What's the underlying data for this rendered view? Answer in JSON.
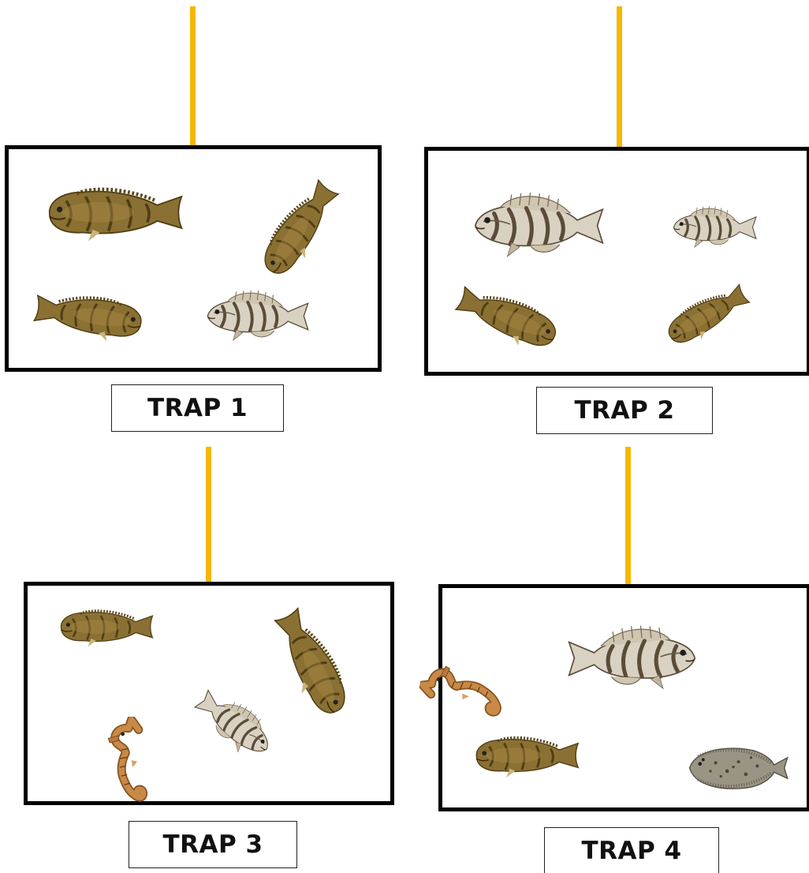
{
  "colors": {
    "rope": "#f5b800",
    "trap_border": "#000000",
    "toadfish_body": "#8a7032",
    "toadfish_dark": "#4f3d14",
    "tautog_body": "#d9d2c2",
    "tautog_dark": "#5b4c39",
    "seahorse_body": "#b97a3c",
    "flounder_body": "#9a9484"
  },
  "traps": [
    {
      "label": "TRAP 1",
      "contents": [
        "toadfish-icon",
        "toadfish-icon",
        "toadfish-icon",
        "tautog-icon"
      ]
    },
    {
      "label": "TRAP 2",
      "contents": [
        "tautog-icon",
        "tautog-icon",
        "toadfish-icon",
        "toadfish-icon"
      ]
    },
    {
      "label": "TRAP 3",
      "contents": [
        "toadfish-icon",
        "toadfish-icon",
        "tautog-icon",
        "seahorse-icon"
      ]
    },
    {
      "label": "TRAP 4",
      "contents": [
        "tautog-icon",
        "seahorse-icon",
        "toadfish-icon",
        "flounder-icon"
      ]
    }
  ]
}
